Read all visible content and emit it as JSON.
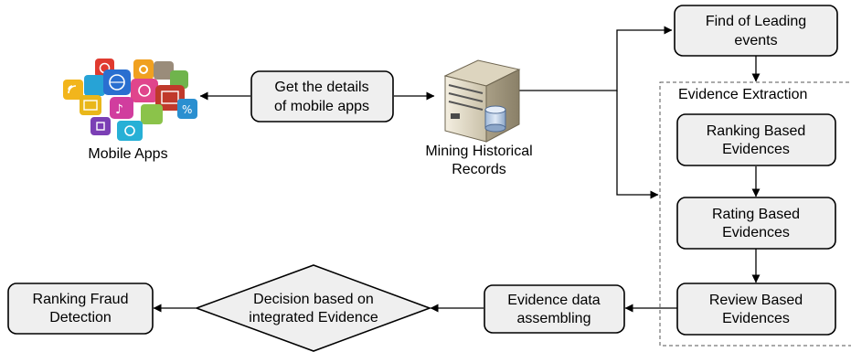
{
  "diagram": {
    "nodes": {
      "mobile_apps": {
        "label": "Mobile Apps"
      },
      "get_details": {
        "label": [
          "Get the details",
          "of mobile apps"
        ]
      },
      "mining": {
        "label": [
          "Mining Historical",
          "Records"
        ]
      },
      "find_leading": {
        "label": [
          "Find of Leading",
          "events"
        ]
      },
      "evidence_extraction": {
        "label": "Evidence Extraction"
      },
      "ranking_based": {
        "label": [
          "Ranking Based",
          "Evidences"
        ]
      },
      "rating_based": {
        "label": [
          "Rating Based",
          "Evidences"
        ]
      },
      "review_based": {
        "label": [
          "Review Based",
          "Evidences"
        ]
      },
      "evidence_assembling": {
        "label": [
          "Evidence data",
          "assembling"
        ]
      },
      "decision": {
        "label": [
          "Decision based on",
          "integrated Evidence"
        ]
      },
      "ranking_fraud": {
        "label": [
          "Ranking Fraud",
          "Detection"
        ]
      }
    },
    "edges": [
      {
        "from": "get_details",
        "to": "mobile_apps"
      },
      {
        "from": "get_details",
        "to": "mining"
      },
      {
        "from": "mining",
        "to": "find_leading"
      },
      {
        "from": "mining",
        "to": "evidence_extraction"
      },
      {
        "from": "find_leading",
        "to": "evidence_extraction"
      },
      {
        "from": "ranking_based",
        "to": "rating_based"
      },
      {
        "from": "rating_based",
        "to": "review_based"
      },
      {
        "from": "review_based",
        "to": "evidence_assembling"
      },
      {
        "from": "evidence_assembling",
        "to": "decision"
      },
      {
        "from": "decision",
        "to": "ranking_fraud"
      }
    ]
  },
  "colors": {
    "box_fill": "#efefef",
    "stroke": "#000000"
  },
  "icons": [
    "app-icons-cluster-icon",
    "server-database-icon"
  ]
}
